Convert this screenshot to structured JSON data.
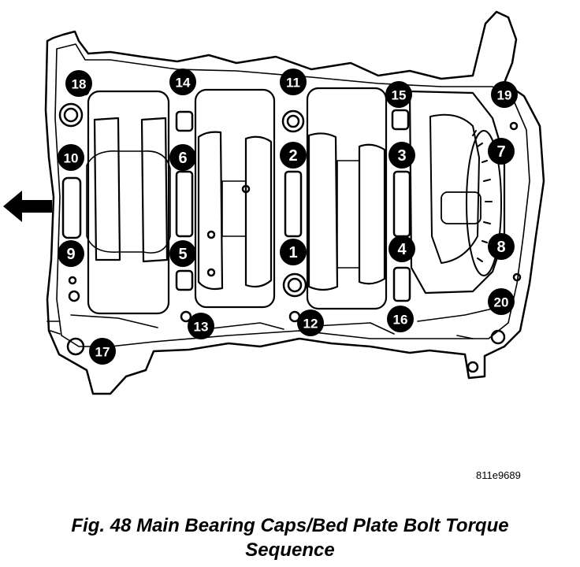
{
  "figure_id": "811e9689",
  "caption": {
    "line1": "Fig. 48 Main Bearing Caps/Bed Plate Bolt Torque",
    "line2": "Sequence"
  },
  "colors": {
    "line": "#000000",
    "background": "#ffffff",
    "marker_fill": "#000000",
    "marker_text": "#ffffff"
  },
  "markers": [
    "18",
    "14",
    "11",
    "15",
    "19",
    "10",
    "6",
    "2",
    "3",
    "7",
    "9",
    "5",
    "1",
    "4",
    "8",
    "20",
    "13",
    "12",
    "16",
    "17"
  ],
  "arrow": {
    "direction": "left",
    "icon": "arrow-left-icon"
  }
}
